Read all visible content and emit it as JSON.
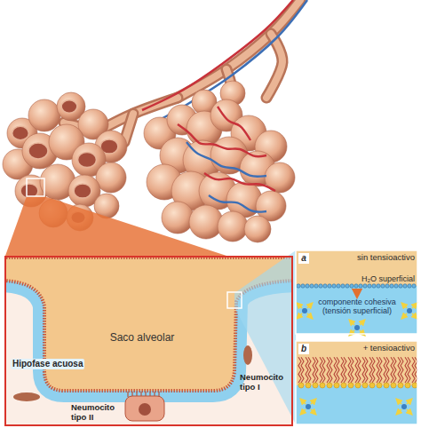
{
  "diagram": {
    "nodes": [
      {
        "text": [
          "Saco alveolar"
        ]
      },
      {
        "text": [
          "a",
          "sin tensioactivo",
          "H₂O superficial",
          "componente cohesiva (tensión superficial)"
        ]
      },
      {
        "text": [
          "b",
          "+ tensioactivo"
        ]
      }
    ],
    "labels": [
      "Hipofase acuosa",
      "Neumocito tipo I",
      "Neumocito tipo II"
    ]
  }
}
